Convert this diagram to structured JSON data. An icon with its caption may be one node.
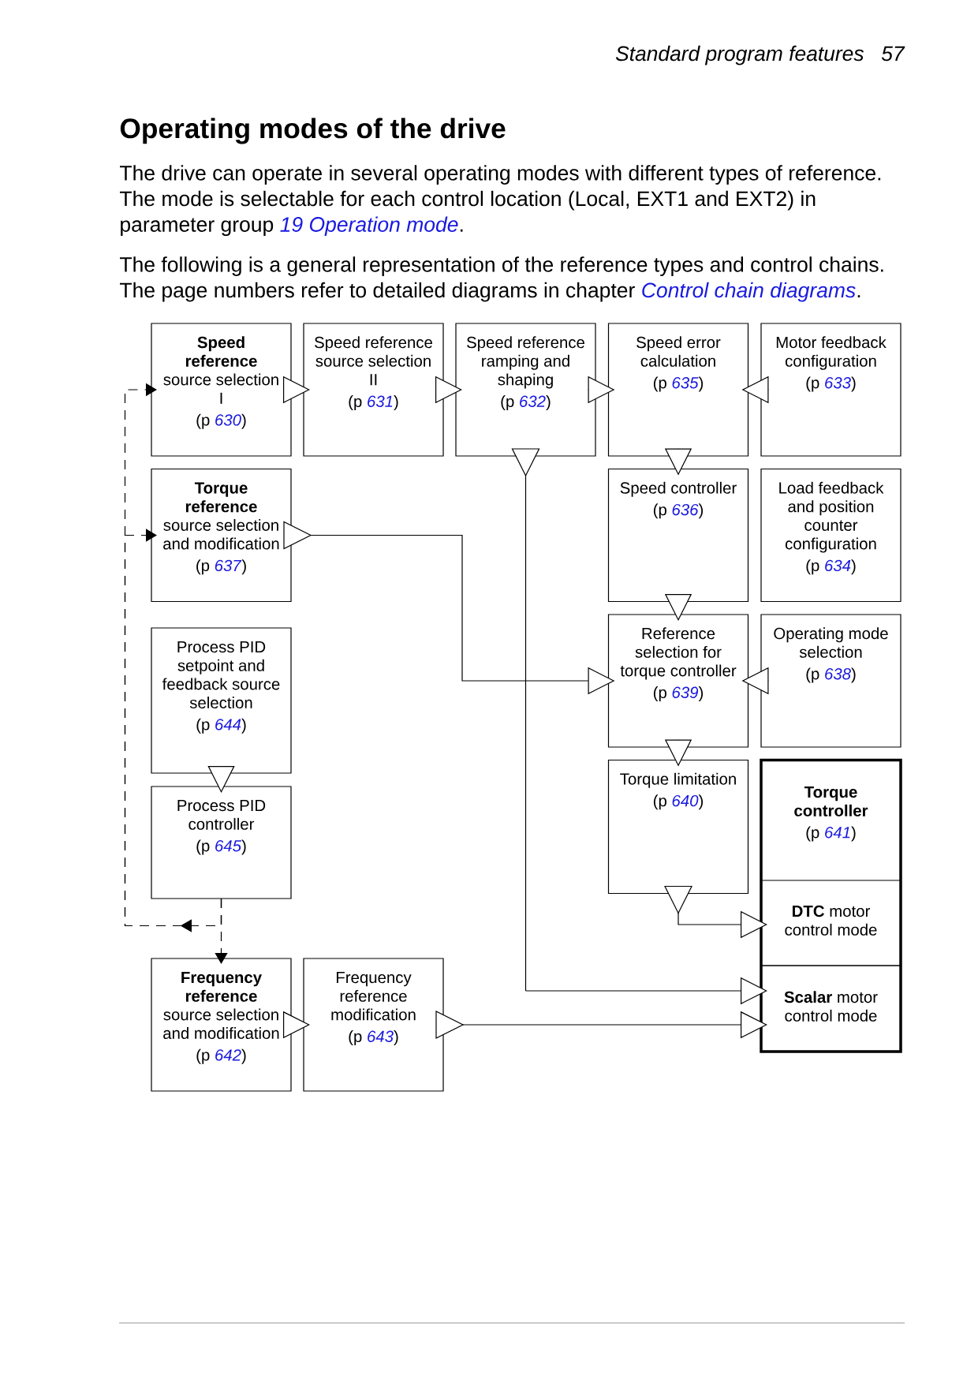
{
  "diagram": {
    "title": "Operating modes of the drive",
    "nodes": [
      {
        "text": [
          "**Speed reference** source selection I",
          "(p *630*)"
        ]
      },
      {
        "text": [
          "Speed reference source selection II",
          "(p *631*)"
        ]
      },
      {
        "text": [
          "Speed reference ramping and shaping",
          "(p *632*)"
        ]
      },
      {
        "text": [
          "Speed error calculation",
          "(p *635*)"
        ]
      },
      {
        "text": [
          "Motor feedback configuration",
          "(p *633*)"
        ]
      },
      {
        "text": [
          "**Torque reference** source selection and modification",
          "(p *637*)"
        ]
      },
      {
        "text": [
          "Speed controller",
          "(p *636*)"
        ]
      },
      {
        "text": [
          "Load feedback and position counter configuration",
          "(p *634*)"
        ]
      },
      {
        "text": [
          "Process PID setpoint and feedback source selection",
          "(p *644*)"
        ]
      },
      {
        "text": [
          "Reference selection for torque controller",
          "(p *639*)"
        ]
      },
      {
        "text": [
          "Operating mode selection",
          "(p *638*)"
        ]
      },
      {
        "text": [
          "Process PID controller",
          "(p *645*)"
        ]
      },
      {
        "text": [
          "Torque limitation",
          "(p *640*)"
        ]
      },
      {
        "text": [
          "Torque controller",
          "(p *641*)"
        ]
      },
      {
        "text": [
          "**DTC** motor control mode"
        ],
        "in": 13
      },
      {
        "text": [
          "**Scalar** motor control mode"
        ],
        "in": 13
      },
      {
        "text": [
          "**Frequency reference** source selection and modification",
          "(p *642*)"
        ]
      },
      {
        "text": [
          "Frequency reference modification",
          "(p *643*)"
        ]
      }
    ],
    "edges": [
      {
        "from": 0,
        "to": 1,
        "arrow": "to"
      },
      {
        "from": 1,
        "to": 2,
        "arrow": "to"
      },
      {
        "from": 2,
        "to": 3,
        "arrow": "to"
      },
      {
        "from": 4,
        "to": 3,
        "arrow": "to"
      },
      {
        "from": 3,
        "to": 6,
        "arrow": "to"
      },
      {
        "from": 6,
        "to": 9,
        "arrow": "to"
      },
      {
        "from": 10,
        "to": 9,
        "arrow": "to"
      },
      {
        "from": 9,
        "to": 12,
        "arrow": "to"
      },
      {
        "from": 12,
        "to": 14,
        "arrow": "to"
      },
      {
        "from": 2,
        "to": 15,
        "arrow": "to"
      },
      {
        "from": 5,
        "to": 9,
        "arrow": "to"
      },
      {
        "from": 8,
        "to": 11,
        "arrow": "to"
      },
      {
        "from": 11,
        "to": 0,
        "arrow": "to",
        "style": "dashed"
      },
      {
        "from": 11,
        "to": 5,
        "arrow": "to",
        "style": "dashed"
      },
      {
        "from": 11,
        "to": 16,
        "arrow": "to",
        "style": "dashed"
      },
      {
        "from": 16,
        "to": 17,
        "arrow": "to"
      },
      {
        "from": 17,
        "to": 15,
        "arrow": "to"
      }
    ],
    "labels": [
      "Standard program features",
      "57",
      "The drive can operate in several operating modes with different types of reference. The mode is selectable for each control location (Local, EXT1 and EXT2) in parameter group *19 Operation mode*.",
      "The following is a general representation of the reference types and control chains. The page numbers refer to detailed diagrams in chapter *Control chain diagrams*."
    ]
  }
}
